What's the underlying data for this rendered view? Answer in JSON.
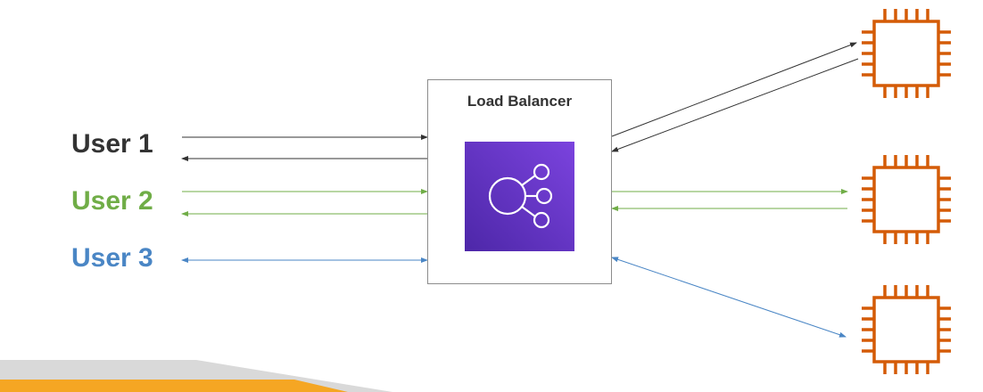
{
  "users": [
    {
      "label": "User 1",
      "color": "#333333"
    },
    {
      "label": "User 2",
      "color": "#70ad47"
    },
    {
      "label": "User 3",
      "color": "#4a86c5"
    }
  ],
  "load_balancer": {
    "title": "Load Balancer",
    "icon": "elastic-load-balancing-icon",
    "icon_color": "#5a30b5"
  },
  "instances": [
    {
      "icon": "ec2-instance-chip-icon",
      "color": "#d45b07"
    },
    {
      "icon": "ec2-instance-chip-icon",
      "color": "#d45b07"
    },
    {
      "icon": "ec2-instance-chip-icon",
      "color": "#d45b07"
    }
  ],
  "accent_colors": {
    "bar_gray": "#d9d9d9",
    "bar_orange": "#f5a623"
  }
}
